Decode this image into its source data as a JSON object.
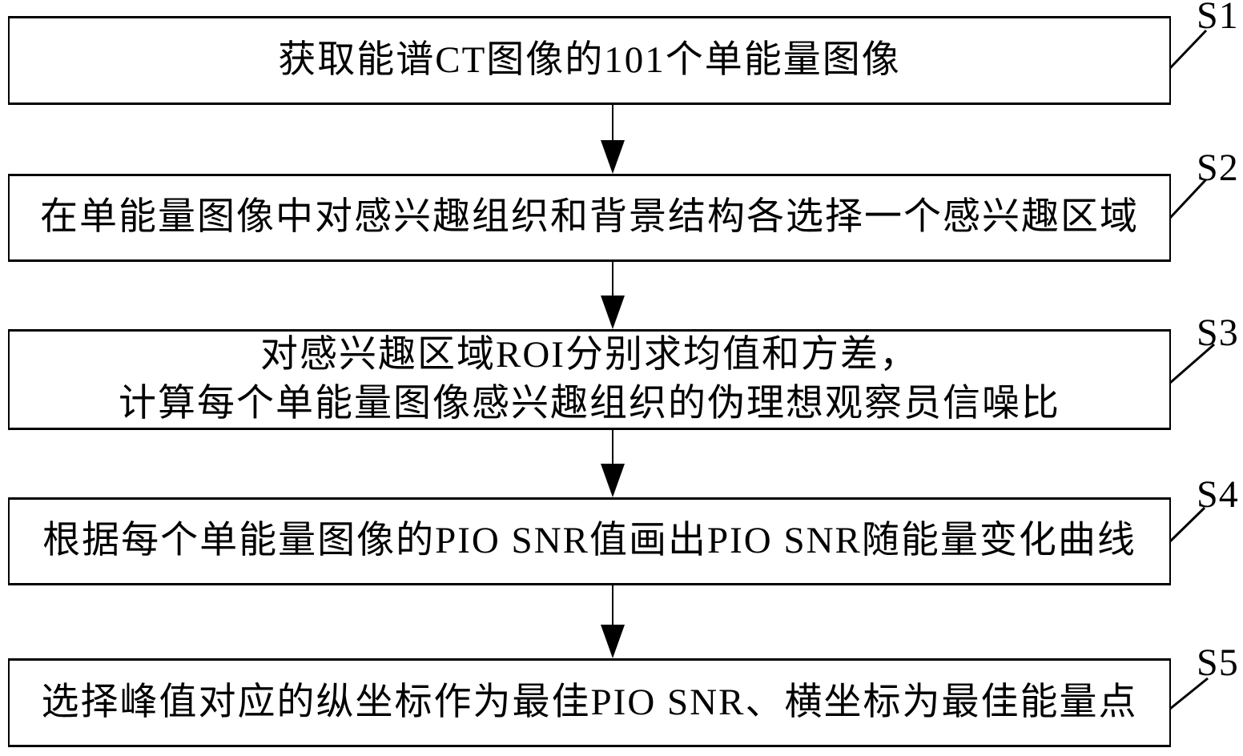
{
  "diagram": {
    "title": "",
    "type": "flowchart",
    "colors": {
      "ink": "#000000",
      "background": "#ffffff"
    },
    "steps": [
      {
        "id": "S1",
        "lines": [
          "获取能谱CT图像的101个单能量图像"
        ]
      },
      {
        "id": "S2",
        "lines": [
          "在单能量图像中对感兴趣组织和背景结构各选择一个感兴趣区域"
        ]
      },
      {
        "id": "S3",
        "lines": [
          "对感兴趣区域ROI分别求均值和方差，",
          "计算每个单能量图像感兴趣组织的伪理想观察员信噪比"
        ]
      },
      {
        "id": "S4",
        "lines": [
          "根据每个单能量图像的PIO SNR值画出PIO SNR随能量变化曲线"
        ]
      },
      {
        "id": "S5",
        "lines": [
          "选择峰值对应的纵坐标作为最佳PIO SNR、横坐标为最佳能量点"
        ]
      }
    ],
    "connectors": [
      {
        "from": "S1",
        "to": "S2",
        "type": "arrow-down"
      },
      {
        "from": "S2",
        "to": "S3",
        "type": "arrow-down"
      },
      {
        "from": "S3",
        "to": "S4",
        "type": "arrow-down"
      },
      {
        "from": "S4",
        "to": "S5",
        "type": "arrow-down"
      }
    ]
  }
}
